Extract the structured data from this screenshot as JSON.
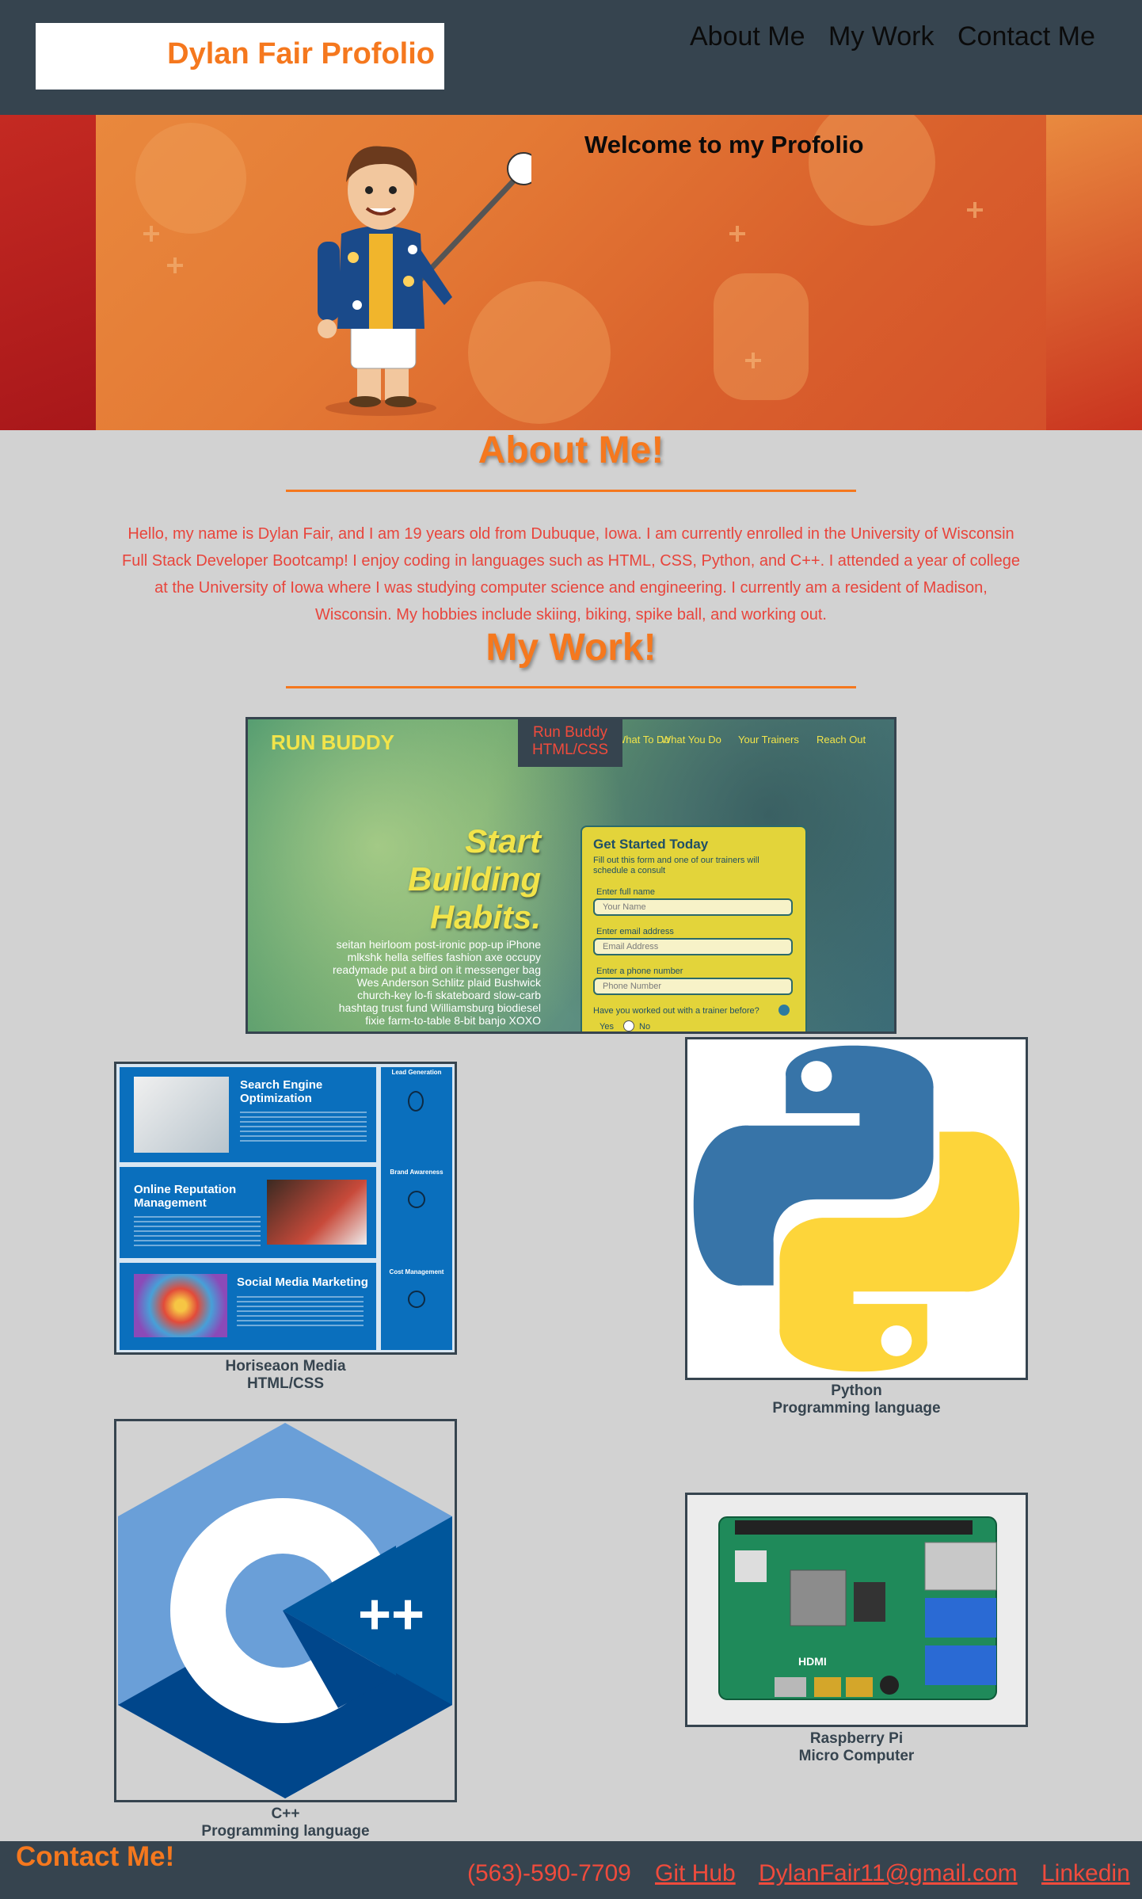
{
  "header": {
    "logo": "Dylan Fair Profolio",
    "nav": [
      "About Me",
      "My Work",
      "Contact Me"
    ]
  },
  "hero": {
    "title": "Welcome to my Profolio"
  },
  "about": {
    "title": "About Me!",
    "text": "Hello, my name is Dylan Fair, and I am 19 years old from Dubuque, Iowa. I am currently enrolled in the University of Wisconsin Full Stack Developer Bootcamp! I enjoy coding in languages such as HTML, CSS, Python, and C++. I attended a year of college at the University of Iowa where I was studying computer science and engineering. I currently am a resident of Madison, Wisconsin. My hobbies include skiing, biking, spike ball, and working out."
  },
  "work": {
    "title": "My Work!",
    "runbuddy": {
      "tag_line1": "Run Buddy",
      "tag_line2": "HTML/CSS",
      "screenshot": {
        "brand": "RUN BUDDY",
        "nav": [
          "What To Do",
          "What You Do",
          "Your Trainers",
          "Reach Out"
        ],
        "headline": [
          "Start",
          "Building",
          "Habits."
        ],
        "body": "seitan heirloom post-ironic pop-up iPhone mlkshk hella selfies fashion axe occupy readymade put a bird on it messenger bag Wes Anderson Schlitz plaid Bushwick church-key lo-fi skateboard slow-carb hashtag trust fund Williamsburg biodiesel fixie farm-to-table 8-bit banjo XOXO",
        "form_title": "Get Started Today",
        "form_sub": "Fill out this form and one of our trainers will schedule a consult",
        "field1_label": "Enter full name",
        "field1_placeholder": "Your Name",
        "field2_label": "Enter email address",
        "field2_placeholder": "Email Address",
        "field3_label": "Enter a phone number",
        "field3_placeholder": "Phone Number",
        "question": "Have you worked out with a trainer before?",
        "yes": "Yes",
        "no": "No"
      }
    },
    "horiseon": {
      "caption1": "Horiseaon Media",
      "caption2": "HTML/CSS",
      "screenshot": {
        "block1": "Search Engine Optimization",
        "block2": "Online Reputation Management",
        "block3": "Social Media Marketing",
        "side1": "Lead Generation",
        "side2": "Brand Awareness",
        "side3": "Cost Management"
      }
    },
    "python": {
      "caption1": "Python",
      "caption2": "Programming language"
    },
    "cpp": {
      "caption1": "C++",
      "caption2": "Programming language",
      "glyph": "++"
    },
    "raspberry": {
      "caption1": "Raspberry Pi",
      "caption2": "Micro Computer",
      "board_text": "HDMI"
    }
  },
  "footer": {
    "title": "Contact Me!",
    "phone": "(563)-590-7709",
    "github": "Git Hub",
    "email": "DylanFair11@gmail.com",
    "linkedin": "Linkedin"
  },
  "colors": {
    "header_bg": "#36444f",
    "accent_orange": "#f5781e",
    "text_red": "#e8453c",
    "page_bg": "#d2d2d2"
  }
}
